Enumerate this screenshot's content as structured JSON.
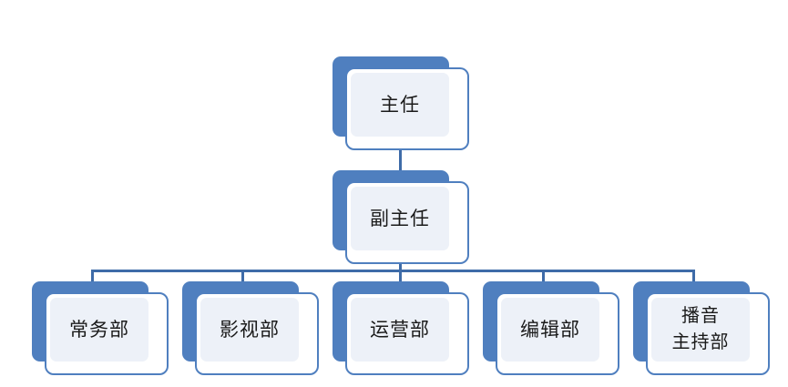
{
  "chart_data": {
    "type": "diagram",
    "diagram_kind": "organization-chart",
    "title": "",
    "orientation": "top-down",
    "levels": 3,
    "nodes": [
      {
        "id": "n1",
        "label": "主任",
        "level": 1,
        "parent": null
      },
      {
        "id": "n2",
        "label": "副主任",
        "level": 2,
        "parent": "n1"
      },
      {
        "id": "n3",
        "label": "常务部",
        "level": 3,
        "parent": "n2"
      },
      {
        "id": "n4",
        "label": "影视部",
        "level": 3,
        "parent": "n2"
      },
      {
        "id": "n5",
        "label": "运营部",
        "level": 3,
        "parent": "n2"
      },
      {
        "id": "n6",
        "label": "编辑部",
        "level": 3,
        "parent": "n2"
      },
      {
        "id": "n7",
        "label": "播音\n主持部",
        "level": 3,
        "parent": "n2"
      }
    ],
    "edges": [
      {
        "from": "n1",
        "to": "n2"
      },
      {
        "from": "n2",
        "to": "n3"
      },
      {
        "from": "n2",
        "to": "n4"
      },
      {
        "from": "n2",
        "to": "n5"
      },
      {
        "from": "n2",
        "to": "n6"
      },
      {
        "from": "n2",
        "to": "n7"
      }
    ]
  },
  "nodes": {
    "director": {
      "label": "主任"
    },
    "deputy_director": {
      "label": "副主任"
    },
    "dept_general": {
      "label": "常务部"
    },
    "dept_film": {
      "label": "影视部"
    },
    "dept_operations": {
      "label": "运营部"
    },
    "dept_editorial": {
      "label": "编辑部"
    },
    "dept_broadcast": {
      "label": "播音\n主持部"
    }
  },
  "colors": {
    "background": "#ffffff",
    "plate_blue": "#4F7FBF",
    "card_border": "#4F7FBF",
    "card_fill": "#FFFFFF",
    "panel_fill": "#EDF1F8",
    "connector": "#3E6BA8",
    "text": "#1a1a1a"
  }
}
